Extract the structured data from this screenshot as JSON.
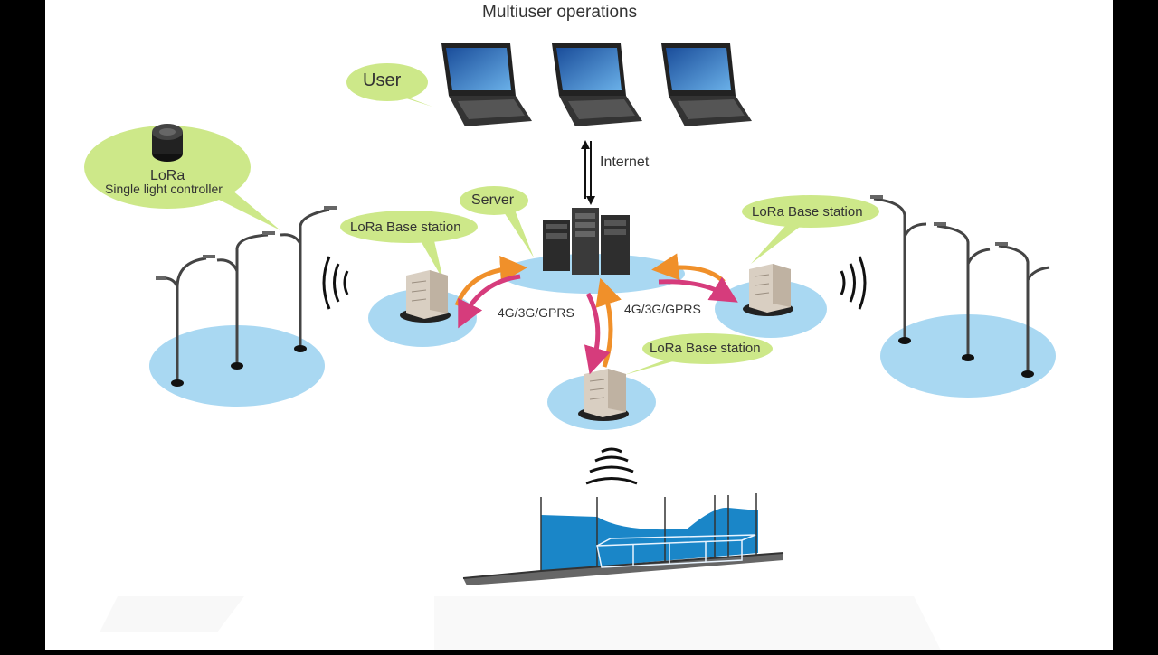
{
  "title": "Multiuser operations",
  "labels": {
    "user": "User",
    "internet": "Internet",
    "server": "Server",
    "base_station_left": "LoRa Base station",
    "base_station_right": "LoRa Base station",
    "base_station_bottom": "LoRa Base station",
    "network_left": "4G/3G/GPRS",
    "network_right": "4G/3G/GPRS",
    "lora": "LoRa",
    "controller": "Single light controller"
  },
  "colors": {
    "bubble": "#cde889",
    "zone": "#a9d8f2",
    "uplink_arrow": "#f0902a",
    "downlink_arrow": "#d63c7c",
    "water": "#1a86c8"
  }
}
